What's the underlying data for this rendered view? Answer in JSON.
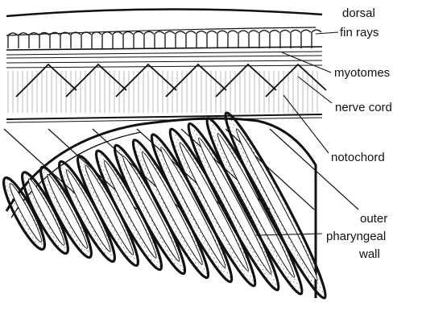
{
  "labels": {
    "dorsal_fin_rays_line1": "dorsal",
    "dorsal_fin_rays_line2": "fin rays",
    "myotomes": "myotomes",
    "nerve_cord": "nerve cord",
    "notochord": "notochord",
    "outer_pharyngeal_wall_line1": "outer",
    "outer_pharyngeal_wall_line2": "pharyngeal",
    "outer_pharyngeal_wall_line3": "wall"
  },
  "colors": {
    "ink": "#111111",
    "paper": "#ffffff"
  }
}
